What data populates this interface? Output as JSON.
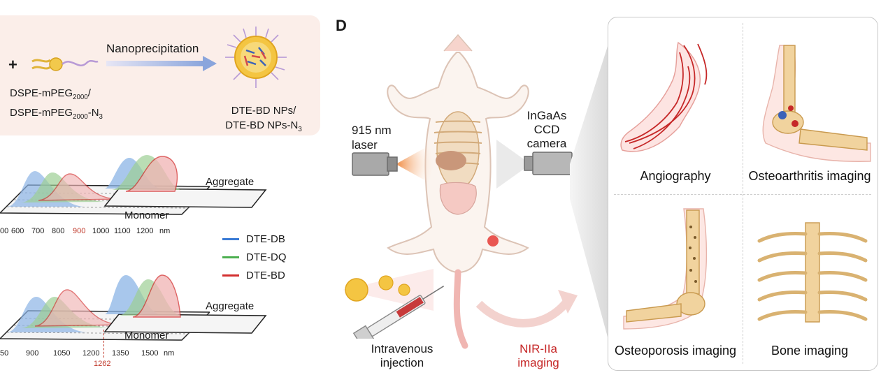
{
  "panel_a": {
    "plus": "+",
    "arrow_label": "Nanoprecipitation",
    "lipid_label_line1": "DSPE-mPEG",
    "lipid_label_sub1": "2000",
    "lipid_label_tail1": "/",
    "lipid_label_line2": "DSPE-mPEG",
    "lipid_label_sub2": "2000",
    "lipid_label_tail2": "-N",
    "lipid_label_sub3": "3",
    "np_label_line1": "DTE-BD NPs/",
    "np_label_line2": "DTE-BD NPs-N",
    "np_label_sub": "3"
  },
  "spectra_top": {
    "aggregate_label": "Aggregate",
    "monomer_label": "Monomer",
    "ticks": [
      "00",
      "600",
      "700",
      "800",
      "900",
      "1000",
      "1100",
      "1200",
      "nm"
    ]
  },
  "spectra_bottom": {
    "aggregate_label": "Aggregate",
    "monomer_label": "Monomer",
    "ticks": [
      "50",
      "900",
      "1050",
      "1200",
      "1350",
      "1500",
      "nm"
    ],
    "marker": "1262"
  },
  "legend": [
    {
      "name": "DTE-DB",
      "color": "#3a7bd5"
    },
    {
      "name": "DTE-DQ",
      "color": "#4caf50"
    },
    {
      "name": "DTE-BD",
      "color": "#d32f2f"
    }
  ],
  "panel_d": {
    "letter": "D",
    "laser_line1": "915 nm",
    "laser_line2": "laser",
    "camera_line1": "InGaAs",
    "camera_line2": "CCD",
    "camera_line3": "camera",
    "injection_line1": "Intravenous",
    "injection_line2": "injection",
    "imaging_line1": "NIR-IIa",
    "imaging_line2": "imaging",
    "imaging_color": "#c62828"
  },
  "cards": [
    {
      "label": "Angiography"
    },
    {
      "label": "Osteoarthritis imaging"
    },
    {
      "label": "Osteoporosis imaging"
    },
    {
      "label": "Bone imaging"
    }
  ]
}
